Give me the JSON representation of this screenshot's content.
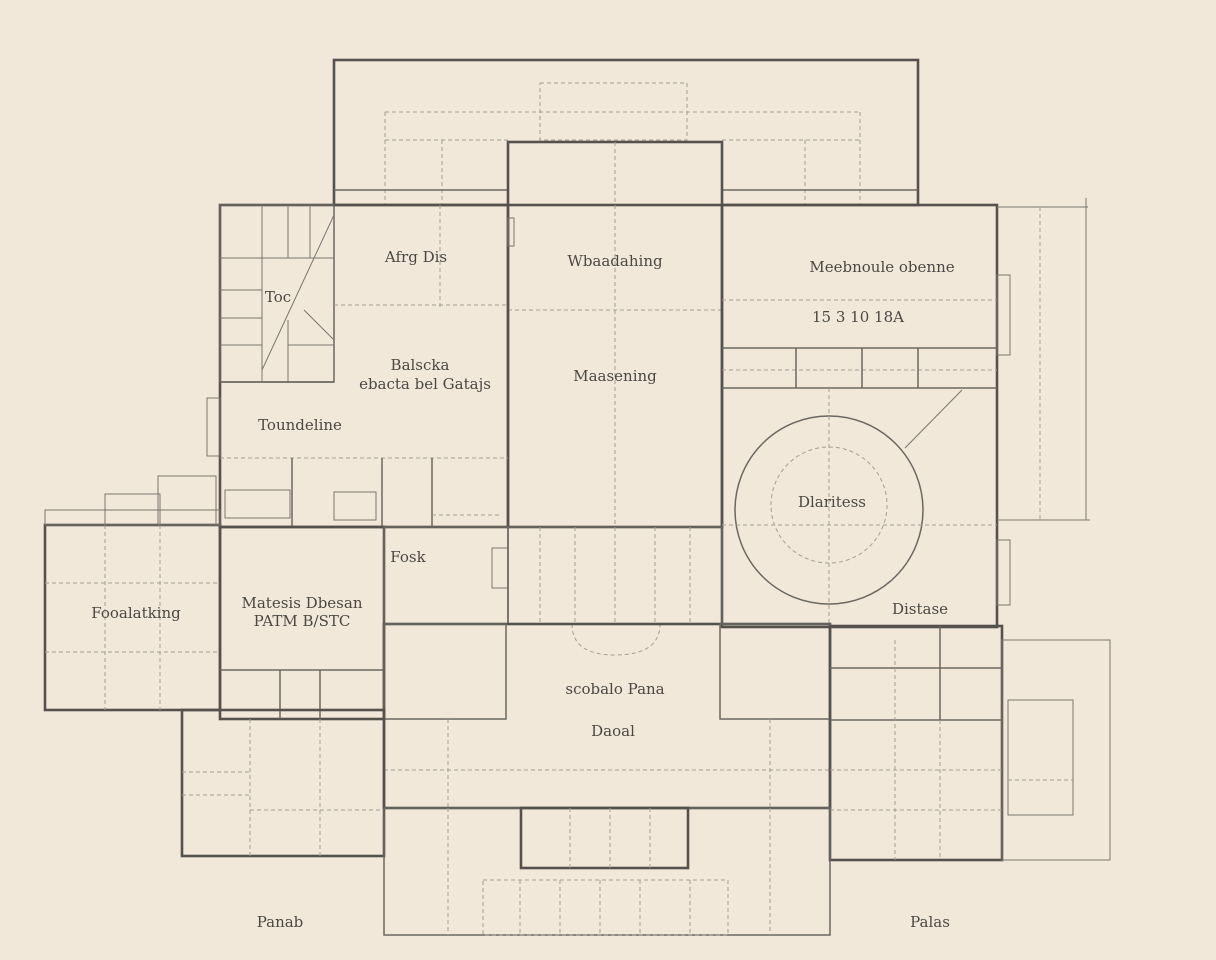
{
  "rooms": {
    "top_left_small": "Afrg Dis",
    "stair_label": "Toc",
    "mid_left_1": "Balscka",
    "mid_left_2": "ebacta bel Gatajs",
    "left_wide": "Toundeline",
    "center_upper": "Wbaadahing",
    "center_lower": "Maasening",
    "right_top_1": "Meebnoule obenne",
    "right_top_2": "15 3 10 18A",
    "round_room": "Dlaritess",
    "right_mid": "Distase",
    "left_wing": "Fooalatking",
    "left_mid_1": "Matesis Dbesan",
    "left_mid_2": "PATM B/STC",
    "small_center_left": "Fosk",
    "center_bottom_1": "scobalo Pana",
    "center_bottom_2": "Daoal",
    "porch_left": "Panab",
    "porch_right": "Palas"
  },
  "colors": {
    "background": "#f1e8da",
    "wall": "#55524d",
    "dashed": "#a39e96",
    "text": "#4b4843"
  }
}
